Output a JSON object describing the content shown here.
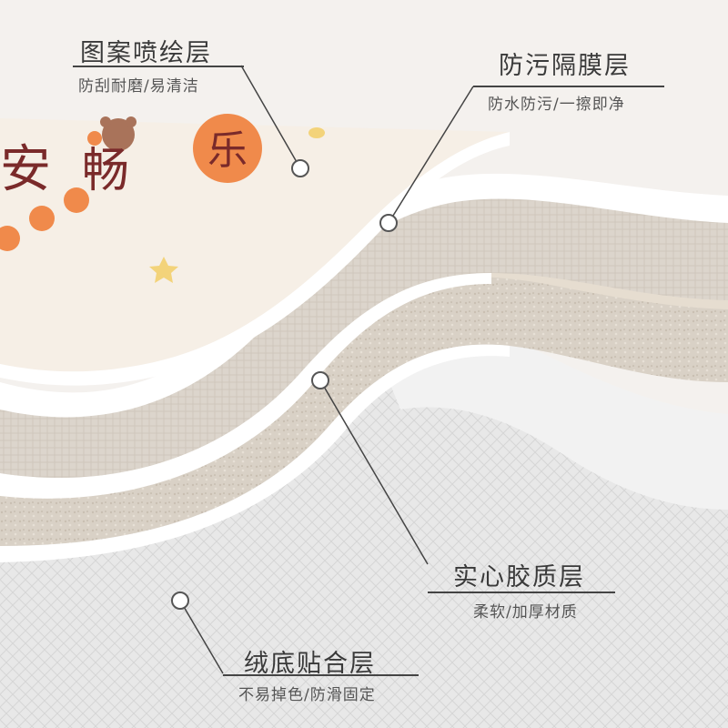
{
  "layers": [
    {
      "title": "图案喷绘层",
      "subtitle": "防刮耐磨/易清洁"
    },
    {
      "title": "防污隔膜层",
      "subtitle": "防水防污/一擦即净"
    },
    {
      "title": "实心胶质层",
      "subtitle": "柔软/加厚材质"
    },
    {
      "title": "绒底贴合层",
      "subtitle": "不易掉色/防滑固定"
    }
  ],
  "mat_print": {
    "characters": [
      "安",
      "畅",
      "乐"
    ],
    "colors": {
      "orange": "#f08a4b",
      "red_text": "#7a2a2a",
      "star": "#f3d37a",
      "cream": "#f6efe6"
    }
  },
  "colors": {
    "background": "#f4f1ee",
    "line": "#444444",
    "text": "#3a3a3a"
  }
}
